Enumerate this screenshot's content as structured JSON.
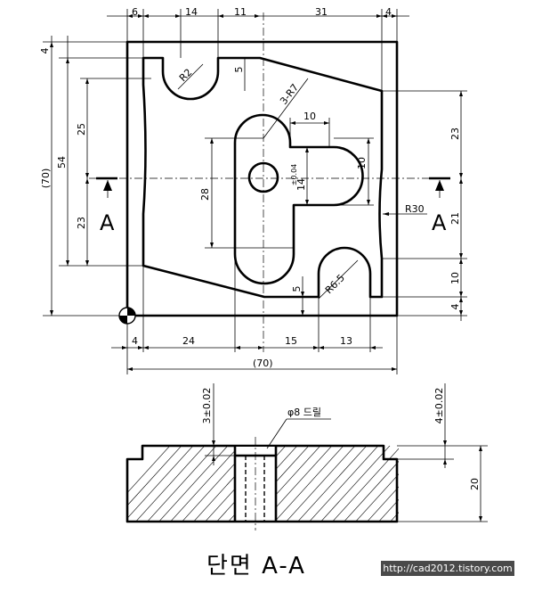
{
  "plan_view": {
    "top_dims": [
      "6",
      "14",
      "11",
      "31",
      "4"
    ],
    "left_dims": [
      "4",
      "25",
      "54",
      "23",
      "(70)"
    ],
    "right_dims": [
      "23",
      "21",
      "10",
      "4"
    ],
    "bottom_dims": [
      "4",
      "24",
      "15",
      "13"
    ],
    "overall_width": "(70)",
    "inner_dims": [
      "10",
      "10",
      "28",
      "14",
      "±0.04",
      "5",
      "5"
    ],
    "radius_labels": [
      "R2",
      "3-R7",
      "R30",
      "R6.5"
    ],
    "section_marks": [
      "A",
      "A"
    ]
  },
  "section_view": {
    "depth_left": "3±0.02",
    "depth_right": "4±0.02",
    "drill_note": "φ8 드릴",
    "thickness": "20",
    "title": "단면 A-A"
  },
  "watermark": "http://cad2012.tistory.com"
}
